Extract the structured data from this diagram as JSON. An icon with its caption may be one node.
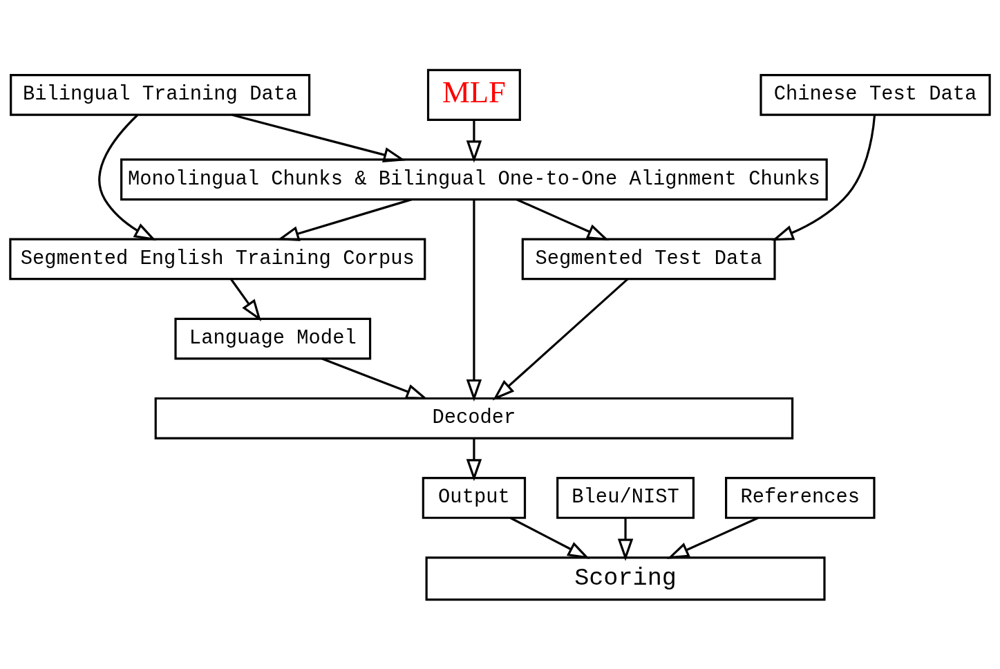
{
  "diagram": {
    "nodes": [
      {
        "text": [
          "Bilingual Training Data"
        ]
      },
      {
        "text": [
          "MLF"
        ]
      },
      {
        "text": [
          "Chinese Test Data"
        ]
      },
      {
        "text": [
          "Monolingual Chunks & Bilingual One-to-One Alignment Chunks"
        ]
      },
      {
        "text": [
          "Segmented English Training Corpus"
        ]
      },
      {
        "text": [
          "Segmented Test Data"
        ]
      },
      {
        "text": [
          "Language Model"
        ]
      },
      {
        "text": [
          "Decoder"
        ]
      },
      {
        "text": [
          "Bleu/NIST"
        ]
      },
      {
        "text": [
          "Output"
        ]
      },
      {
        "text": [
          "References"
        ]
      },
      {
        "text": [
          "Scoring"
        ]
      }
    ],
    "edges": [
      {
        "from": 0,
        "to": 4,
        "arrow": "to"
      },
      {
        "from": 0,
        "to": 3,
        "arrow": "to"
      },
      {
        "from": 1,
        "to": 3,
        "arrow": "to"
      },
      {
        "from": 2,
        "to": 5,
        "arrow": "to"
      },
      {
        "from": 3,
        "to": 4,
        "arrow": "to"
      },
      {
        "from": 3,
        "to": 7,
        "arrow": "to"
      },
      {
        "from": 3,
        "to": 5,
        "arrow": "to"
      },
      {
        "from": 4,
        "to": 6,
        "arrow": "to"
      },
      {
        "from": 6,
        "to": 7,
        "arrow": "to"
      },
      {
        "from": 5,
        "to": 7,
        "arrow": "to"
      },
      {
        "from": 7,
        "to": 9,
        "arrow": "to"
      },
      {
        "from": 8,
        "to": 11,
        "arrow": "to"
      },
      {
        "from": 9,
        "to": 11,
        "arrow": "to"
      },
      {
        "from": 10,
        "to": 11,
        "arrow": "to"
      }
    ]
  }
}
